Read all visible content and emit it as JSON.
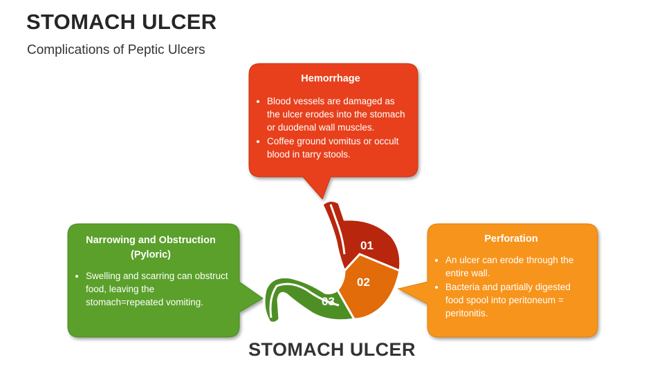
{
  "header": {
    "title": "STOMACH ULCER",
    "subtitle": "Complications of Peptic Ulcers"
  },
  "callouts": {
    "hemorrhage": {
      "title": "Hemorrhage",
      "bullets": [
        "Blood vessels are damaged as the ulcer erodes into the stomach or duodenal wall muscles.",
        "Coffee ground vomitus or occult blood in tarry stools."
      ],
      "color": "#E8401C"
    },
    "narrowing": {
      "title": "Narrowing and Obstruction (Pyloric)",
      "bullets": [
        "Swelling and scarring can obstruct food, leaving the stomach=repeated vomiting."
      ],
      "color": "#5AA02C"
    },
    "perforation": {
      "title": "Perforation",
      "bullets": [
        "An ulcer can erode through the entire wall.",
        "Bacteria and partially digested food spool into peritoneum = peritonitis."
      ],
      "color": "#F7941D"
    }
  },
  "stomach": {
    "segments": [
      {
        "number": "01",
        "color": "#B7260D"
      },
      {
        "number": "02",
        "color": "#E26B0A"
      },
      {
        "number": "03",
        "color": "#4E8F25"
      }
    ]
  },
  "footer": {
    "label": "STOMACH ULCER"
  }
}
